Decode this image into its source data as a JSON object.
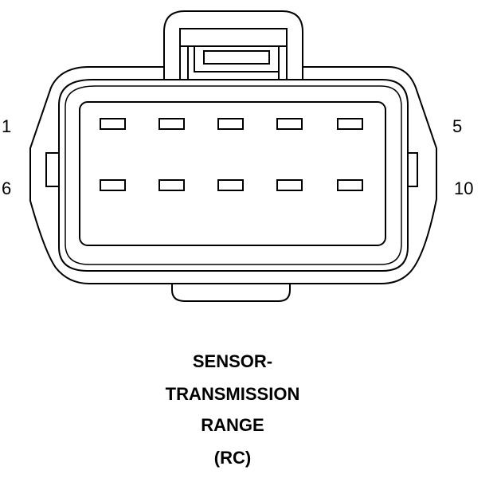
{
  "pin_labels": {
    "top_left": "1",
    "top_right": "5",
    "bottom_left": "6",
    "bottom_right": "10"
  },
  "caption": {
    "line1": "SENSOR-",
    "line2": "TRANSMISSION",
    "line3": "RANGE",
    "line4": "(RC)"
  },
  "connector": {
    "rows": 2,
    "pins_per_row": 5
  },
  "colors": {
    "stroke": "#000000",
    "background": "#ffffff"
  }
}
